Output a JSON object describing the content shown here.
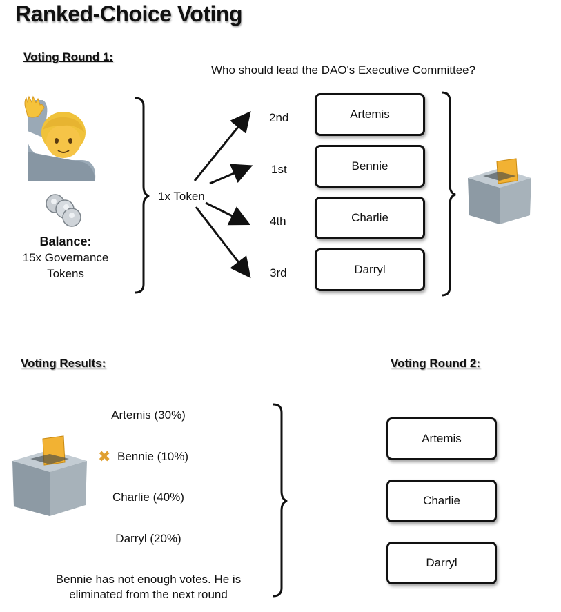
{
  "title": "Ranked-Choice Voting",
  "round1": {
    "heading": "Voting Round 1:",
    "question": "Who should lead the DAO's Executive Committee?",
    "voter": {
      "balance_label": "Balance:",
      "balance_line1": "15x Governance",
      "balance_line2": "Tokens"
    },
    "token_label": "1x Token",
    "rankings": [
      {
        "rank": "2nd",
        "candidate": "Artemis"
      },
      {
        "rank": "1st",
        "candidate": "Bennie"
      },
      {
        "rank": "4th",
        "candidate": "Charlie"
      },
      {
        "rank": "3rd",
        "candidate": "Darryl"
      }
    ]
  },
  "results": {
    "heading": "Voting Results:",
    "items": [
      {
        "text": "Artemis (30%)",
        "eliminated": false
      },
      {
        "text": "Bennie (10%)",
        "eliminated": true
      },
      {
        "text": "Charlie (40%)",
        "eliminated": false
      },
      {
        "text": "Darryl (20%)",
        "eliminated": false
      }
    ],
    "note_line1": "Bennie has not enough votes. He is",
    "note_line2": "eliminated from the next round"
  },
  "round2": {
    "heading": "Voting Round 2:",
    "candidates": [
      "Artemis",
      "Charlie",
      "Darryl"
    ]
  },
  "colors": {
    "ballot_box": "#9aa6ae",
    "ballot_paper": "#f2b233",
    "eliminated_mark": "#e0a030"
  }
}
